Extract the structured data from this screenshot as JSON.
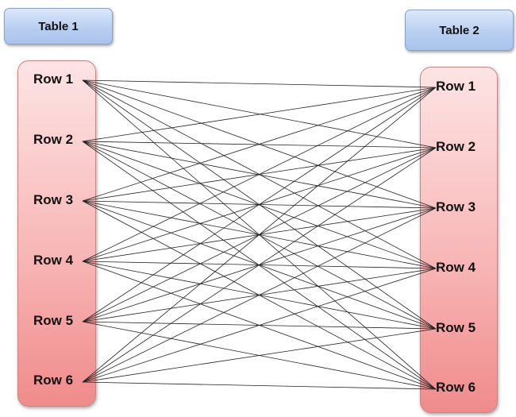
{
  "table1": {
    "title": "Table 1",
    "rows": [
      "Row 1",
      "Row 2",
      "Row 3",
      "Row 4",
      "Row 5",
      "Row 6"
    ]
  },
  "table2": {
    "title": "Table 2",
    "rows": [
      "Row 1",
      "Row 2",
      "Row 3",
      "Row 4",
      "Row 5",
      "Row 6"
    ]
  },
  "colors": {
    "header_fill": "#b9cff1",
    "table_fill": "#f8b7b7",
    "line": "#222222"
  }
}
